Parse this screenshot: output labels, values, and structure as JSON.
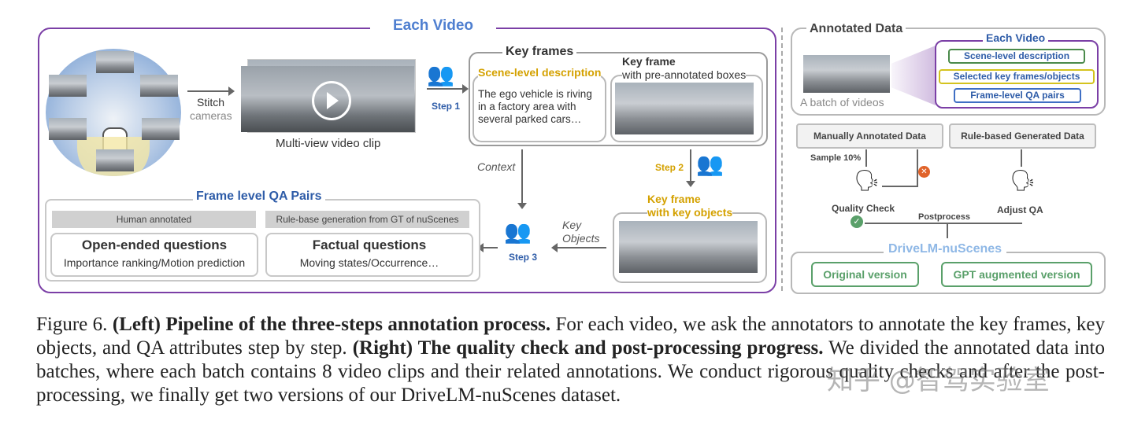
{
  "left": {
    "title": "Each Video",
    "stitch": "Stitch",
    "cameras": "cameras",
    "multiview": "Multi-view video clip",
    "step1": "Step 1",
    "step2": "Step 2",
    "step3": "Step 3",
    "key_frames_title": "Key frames",
    "scene_level": "Scene-level description",
    "scene_text": "The ego vehicle is riving in a factory area with several parked cars…",
    "key_frame": "Key frame",
    "pre_annotated": "with pre-annotated boxes",
    "context": "Context",
    "key_frame_objects_line1": "Key frame",
    "key_frame_objects_line2": "with key objects",
    "key_objects_line1": "Key",
    "key_objects_line2": "Objects",
    "frame_qa_title": "Frame level QA Pairs",
    "human_annotated": "Human annotated",
    "rule_base": "Rule-base generation from GT of nuScenes",
    "open_title": "Open-ended questions",
    "open_sub": "Importance ranking/Motion prediction",
    "factual_title": "Factual questions",
    "factual_sub": "Moving states/Occurrence…"
  },
  "right": {
    "annotated_data": "Annotated Data",
    "batch": "A batch of videos",
    "each_video": "Each Video",
    "scene_level": "Scene-level description",
    "selected": "Selected key frames/objects",
    "frame_qa": "Frame-level QA pairs",
    "manual": "Manually Annotated Data",
    "rule_based": "Rule-based Generated Data",
    "sample": "Sample 10%",
    "quality": "Quality Check",
    "adjust": "Adjust QA",
    "postprocess": "Postprocess",
    "drivelm": "DriveLM-nuScenes",
    "original": "Original version",
    "gpt": "GPT augmented version"
  },
  "caption": {
    "fig": "Figure 6.",
    "left_bold": "(Left) Pipeline of the three-steps annotation process.",
    "text1": "For each video, we ask the annotators to annotate the key frames, key objects, and QA attributes step by step.",
    "right_bold": "(Right) The quality check and post-processing progress.",
    "text2": "We divided the annotated data into batches, where each batch contains 8 video clips and their related annotations. We conduct rigorous quality checks and after the post-processing, we finally get two versions of our DriveLM-nuScenes dataset."
  },
  "watermark": "知乎 @智驾实验室"
}
